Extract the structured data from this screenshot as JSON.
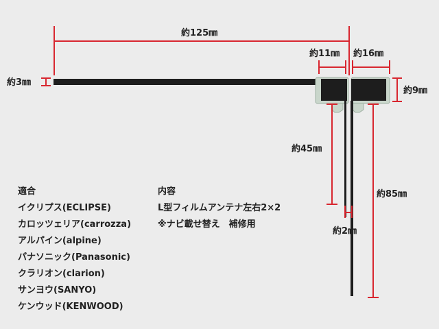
{
  "dimensions": {
    "length_total": "約125㎜",
    "width_11": "約11㎜",
    "width_16": "約16㎜",
    "thickness": "約3㎜",
    "height_9": "約9㎜",
    "lead_45": "約45㎜",
    "lead_85": "約85㎜",
    "gap_2": "約2㎜"
  },
  "compatibility": {
    "heading": "適合",
    "items": [
      "イクリプス(ECLIPSE)",
      "カロッツェリア(carrozza)",
      "アルパイン(alpine)",
      "パナソニック(Panasonic)",
      "クラリオン(clarion)",
      "サンヨウ(SANYO)",
      "ケンウッド(KENWOOD)"
    ]
  },
  "contents": {
    "heading": "内容",
    "items": [
      "L型フィルムアンテナ左右2×2",
      "※ナビ載せ替え　補修用"
    ]
  },
  "colors": {
    "dimension_line": "#d8262f",
    "antenna": "#1d1d1d",
    "base_plate": "#c9d6cb",
    "background": "#ececec"
  }
}
